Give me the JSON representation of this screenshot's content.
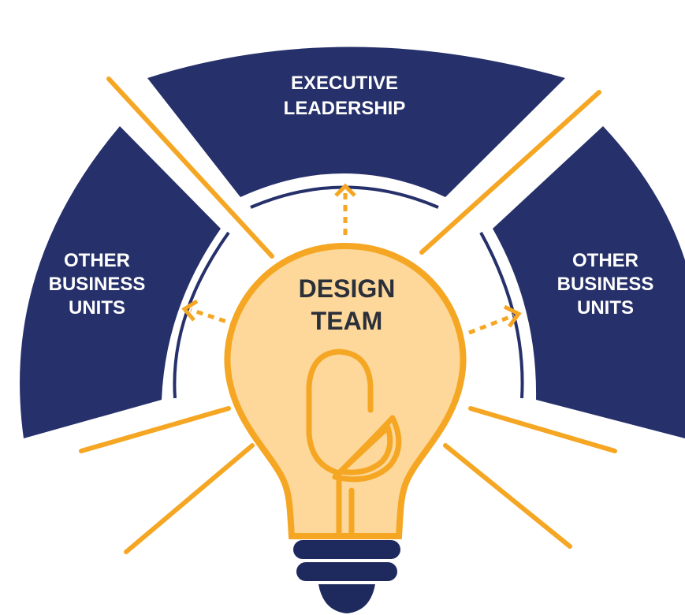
{
  "diagram": {
    "top_segment": {
      "line1": "EXECUTIVE",
      "line2": "LEADERSHIP"
    },
    "left_segment": {
      "line1": "OTHER",
      "line2": "BUSINESS",
      "line3": "UNITS"
    },
    "right_segment": {
      "line1": "OTHER",
      "line2": "BUSINESS",
      "line3": "UNITS"
    },
    "center": {
      "line1": "DESIGN",
      "line2": "TEAM"
    }
  },
  "colors": {
    "navy": "#26306a",
    "orange": "#f5a623",
    "bulb_fill": "#fdd89a",
    "base_navy": "#1e2a5e",
    "white": "#ffffff"
  },
  "icons": {
    "bulb": "lightbulb-icon",
    "logo": "leaf-logo-icon",
    "arrow": "dashed-arrow-icon"
  }
}
